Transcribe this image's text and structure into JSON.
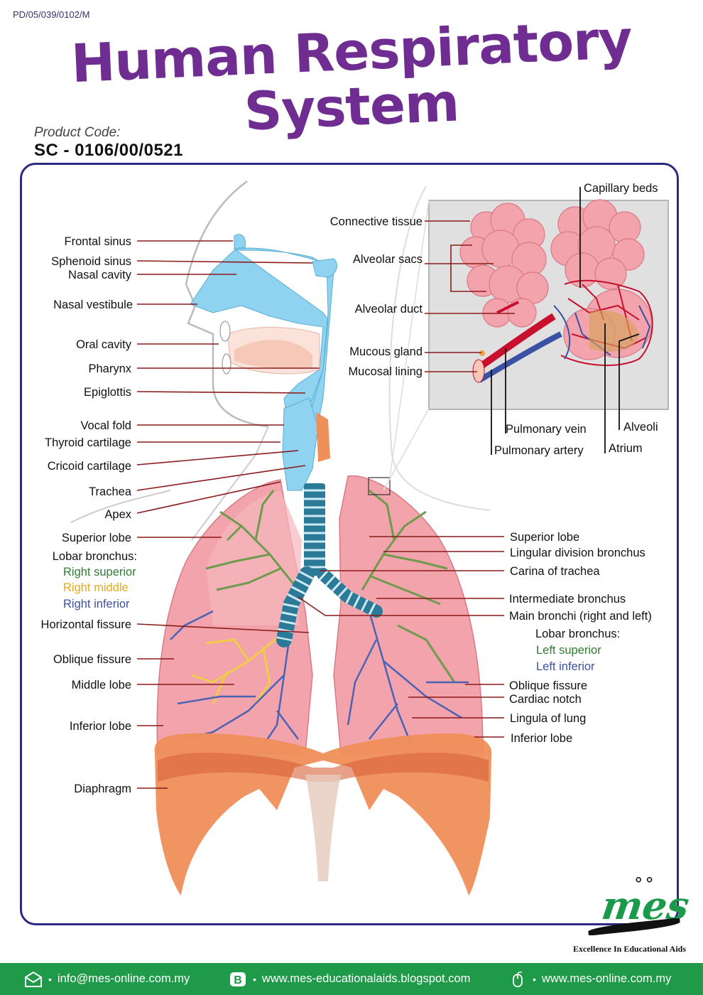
{
  "reference_code": "PD/05/039/0102/M",
  "title": {
    "line1": "Human Respiratory",
    "line2": "System"
  },
  "product": {
    "label": "Product Code:",
    "code": "SC - 0106/00/0521"
  },
  "labels_left": {
    "frontal_sinus": "Frontal sinus",
    "sphenoid_sinus": "Sphenoid sinus",
    "nasal_cavity": "Nasal cavity",
    "nasal_vestibule": "Nasal vestibule",
    "oral_cavity": "Oral cavity",
    "pharynx": "Pharynx",
    "epiglottis": "Epiglottis",
    "vocal_fold": "Vocal fold",
    "thyroid_cartilage": "Thyroid cartilage",
    "cricoid_cartilage": "Cricoid cartilage",
    "trachea": "Trachea",
    "apex": "Apex",
    "superior_lobe": "Superior lobe",
    "lobar_bronchus": "Lobar bronchus:",
    "right_superior": "Right superior",
    "right_middle": "Right middle",
    "right_inferior": "Right inferior",
    "horizontal_fissure": "Horizontal fissure",
    "oblique_fissure": "Oblique fissure",
    "middle_lobe": "Middle lobe",
    "inferior_lobe": "Inferior lobe",
    "diaphragm": "Diaphragm"
  },
  "labels_right": {
    "superior_lobe": "Superior lobe",
    "lingular_division_bronchus": "Lingular division bronchus",
    "carina_of_trachea": "Carina of trachea",
    "intermediate_bronchus": "Intermediate bronchus",
    "main_bronchi": "Main bronchi (right and left)",
    "lobar_bronchus": "Lobar bronchus:",
    "left_superior": "Left superior",
    "left_inferior": "Left inferior",
    "oblique_fissure": "Oblique fissure",
    "cardiac_notch": "Cardiac notch",
    "lingula_of_lung": "Lingula of lung",
    "inferior_lobe": "Inferior lobe"
  },
  "labels_inset": {
    "capillary_beds": "Capillary beds",
    "connective_tissue": "Connective tissue",
    "alveolar_sacs": "Alveolar sacs",
    "alveolar_duct": "Alveolar duct",
    "mucous_gland": "Mucous gland",
    "mucosal_lining": "Mucosal lining",
    "pulmonary_vein": "Pulmonary vein",
    "pulmonary_artery": "Pulmonary artery",
    "alveoli": "Alveoli",
    "atrium": "Atrium"
  },
  "logo": {
    "text": "mes",
    "tagline": "Excellence In Educational Aids"
  },
  "footer": {
    "email": "info@mes-online.com.my",
    "blog": "www.mes-educationalaids.blogspot.com",
    "website": "www.mes-online.com.my"
  },
  "colors": {
    "title": "#6f2c91",
    "frame": "#2e2a80",
    "footer": "#1e9a48",
    "airway": "#8fd3f0",
    "lung": "#f2a3ac",
    "diaphragm": "#ef8f5a",
    "leader": "#8b1a1a",
    "right_superior": "#2f7d32",
    "right_middle": "#e6a91e",
    "right_inferior": "#3b52a4"
  },
  "icons": [
    "email-icon",
    "blog-icon",
    "mouse-icon"
  ]
}
